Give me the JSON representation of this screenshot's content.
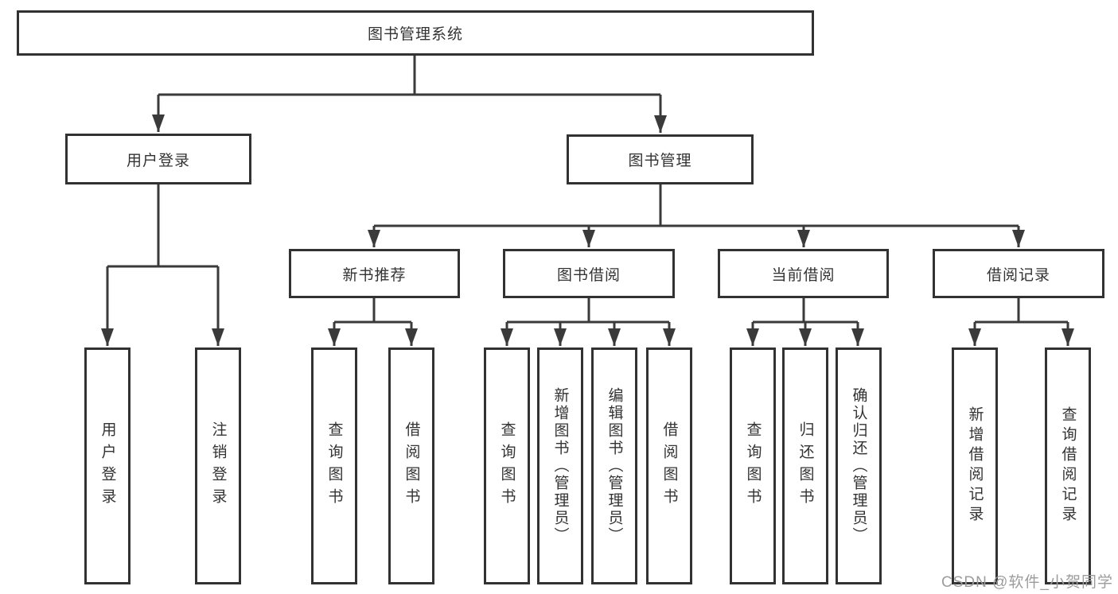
{
  "diagram_title": "图书管理系统",
  "nodes": {
    "root": {
      "label": "图书管理系统"
    },
    "level2": [
      {
        "label": "用户登录"
      },
      {
        "label": "图书管理"
      }
    ],
    "level3": [
      {
        "parent": "图书管理",
        "label": "新书推荐"
      },
      {
        "parent": "图书管理",
        "label": "图书借阅"
      },
      {
        "parent": "图书管理",
        "label": "当前借阅"
      },
      {
        "parent": "图书管理",
        "label": "借阅记录"
      }
    ],
    "leaves": [
      {
        "parent": "用户登录",
        "label": "用户登录"
      },
      {
        "parent": "用户登录",
        "label": "注销登录"
      },
      {
        "parent": "新书推荐",
        "label": "查询图书"
      },
      {
        "parent": "新书推荐",
        "label": "借阅图书"
      },
      {
        "parent": "图书借阅",
        "label": "查询图书"
      },
      {
        "parent": "图书借阅",
        "label": "新增图书（管理员）"
      },
      {
        "parent": "图书借阅",
        "label": "编辑图书（管理员）"
      },
      {
        "parent": "图书借阅",
        "label": "借阅图书"
      },
      {
        "parent": "当前借阅",
        "label": "查询图书"
      },
      {
        "parent": "当前借阅",
        "label": "归还图书"
      },
      {
        "parent": "当前借阅",
        "label": "确认归还（管理员）"
      },
      {
        "parent": "借阅记录",
        "label": "新增借阅记录"
      },
      {
        "parent": "借阅记录",
        "label": "查询借阅记录"
      }
    ]
  },
  "watermark": "CSDN @软件_小贺同学",
  "colors": {
    "line": "#3a3a3a",
    "border": "#323232",
    "text": "#333333",
    "watermark": "#9c9c9c",
    "background": "#ffffff"
  }
}
